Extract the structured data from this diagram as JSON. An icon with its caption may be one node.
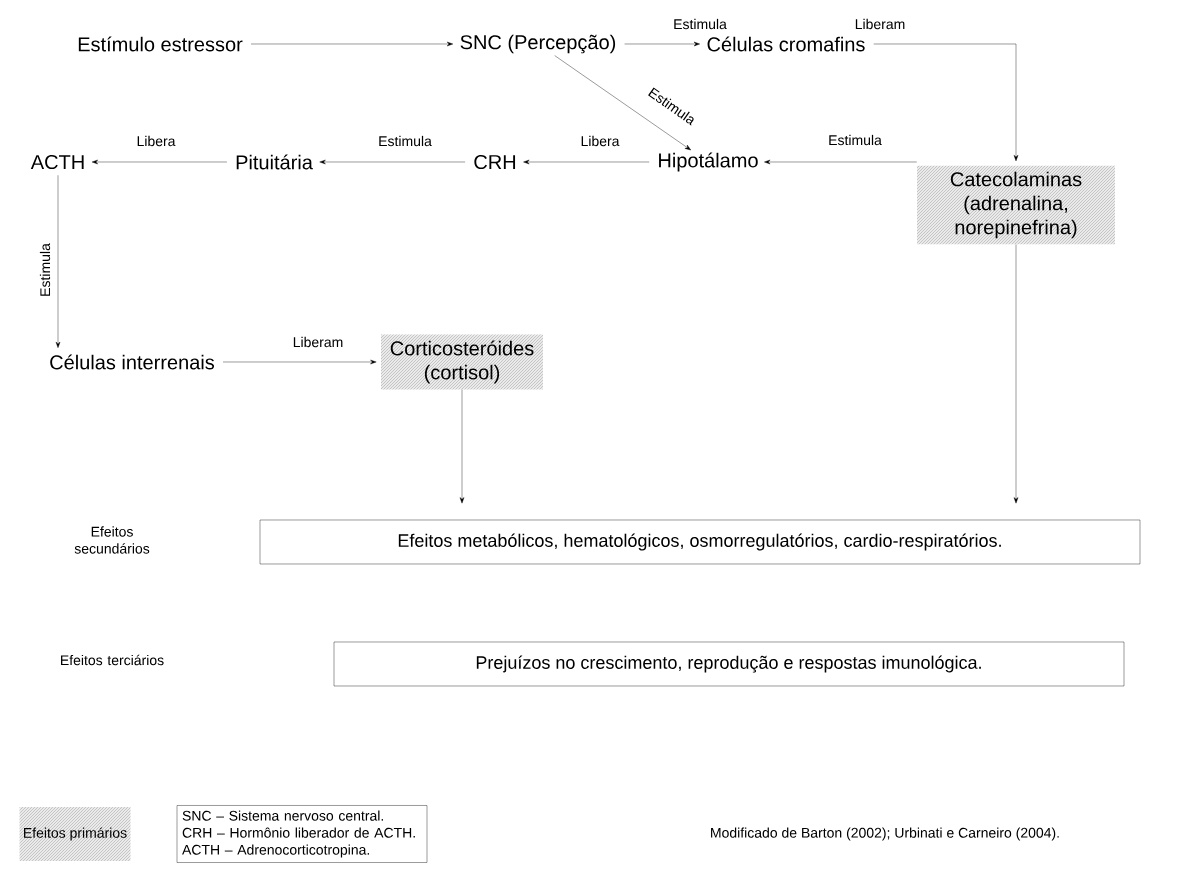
{
  "diagram": {
    "nodes": [
      {
        "text": [
          "Estímulo estressor"
        ]
      },
      {
        "text": [
          "SNC (Percepção)"
        ]
      },
      {
        "text": [
          "Células cromafins"
        ]
      },
      {
        "text": [
          "Catecolaminas (adrenalina, norepinefrina)"
        ]
      },
      {
        "text": [
          "Hipotálamo"
        ]
      },
      {
        "text": [
          "CRH"
        ]
      },
      {
        "text": [
          "Pituitária"
        ]
      },
      {
        "text": [
          "ACTH"
        ]
      },
      {
        "text": [
          "Células interrenais"
        ]
      },
      {
        "text": [
          "Corticosteróides (cortisol)"
        ]
      },
      {
        "text": [
          "Efeitos metabólicos, hematológicos, osmorregulatórios, cardio-respiratórios."
        ]
      },
      {
        "text": [
          "Prejuízos no crescimento, reprodução e respostas imunológica."
        ]
      },
      {
        "text": [
          "SNC – Sistema nervoso central.",
          "CRH – Hormônio liberador de ACTH.",
          "ACTH – Adrenocorticotropina."
        ]
      }
    ],
    "edges": [
      {
        "from": 0,
        "to": 1,
        "arrow": "to"
      },
      {
        "from": 1,
        "to": 2,
        "arrow": "to",
        "label": "Estimula"
      },
      {
        "from": 2,
        "to": 3,
        "arrow": "to",
        "label": "Liberam"
      },
      {
        "from": 1,
        "to": 4,
        "arrow": "to",
        "label": "Estimula"
      },
      {
        "from": 3,
        "to": 4,
        "arrow": "to",
        "label": "Estimula"
      },
      {
        "from": 4,
        "to": 5,
        "arrow": "to",
        "label": "Libera"
      },
      {
        "from": 5,
        "to": 6,
        "arrow": "to",
        "label": "Estimula"
      },
      {
        "from": 6,
        "to": 7,
        "arrow": "to",
        "label": "Libera"
      },
      {
        "from": 7,
        "to": 8,
        "arrow": "to",
        "label": "Estimula"
      },
      {
        "from": 8,
        "to": 9,
        "arrow": "to",
        "label": "Liberam"
      },
      {
        "from": 9,
        "to": 10,
        "arrow": "to"
      },
      {
        "from": 3,
        "to": 10,
        "arrow": "to"
      }
    ],
    "labels": [
      "Efeitos secundários",
      "Efeitos terciários",
      "Modificado de Barton (2002); Urbinati e Carneiro (2004)."
    ],
    "legend": [
      {
        "text": "Efeitos primários"
      }
    ]
  }
}
